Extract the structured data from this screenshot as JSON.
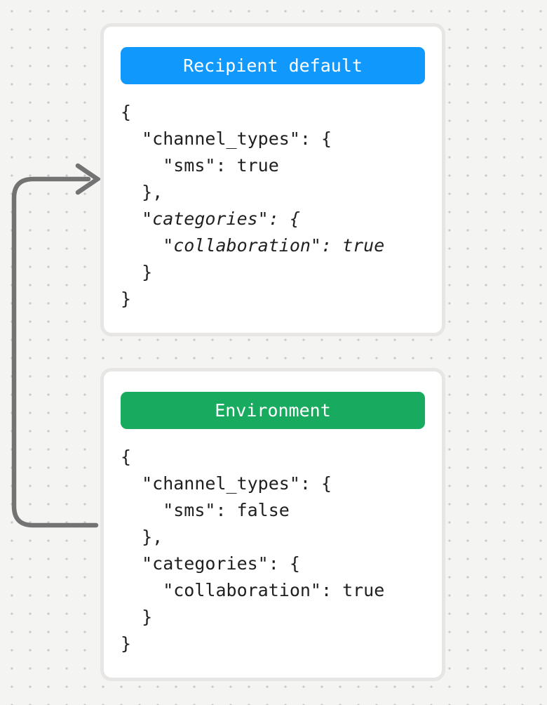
{
  "canvas": {
    "background_color": "#f4f4f3",
    "dot_color": "#c9c9c9",
    "card_border_color": "#e7e6e4",
    "card_background": "#ffffff",
    "code_text_color": "#1f1f1f"
  },
  "arrow": {
    "color": "#737373"
  },
  "cards": [
    {
      "title": "Recipient default",
      "accent_color": "#1098fd",
      "code": [
        {
          "text": "{"
        },
        {
          "text": "  \"channel_types\": {"
        },
        {
          "text": "    \"sms\": true"
        },
        {
          "text": "  },"
        },
        {
          "text": "  \"categories\": {",
          "emphasis": true
        },
        {
          "text": "    \"collaboration\": true",
          "emphasis": true
        },
        {
          "text": "  }"
        },
        {
          "text": "}"
        }
      ]
    },
    {
      "title": "Environment",
      "accent_color": "#18ab5f",
      "code": [
        {
          "text": "{"
        },
        {
          "text": "  \"channel_types\": {"
        },
        {
          "text": "    \"sms\": false"
        },
        {
          "text": "  },"
        },
        {
          "text": "  \"categories\": {"
        },
        {
          "text": "    \"collaboration\": true"
        },
        {
          "text": "  }"
        },
        {
          "text": "}"
        }
      ]
    }
  ]
}
